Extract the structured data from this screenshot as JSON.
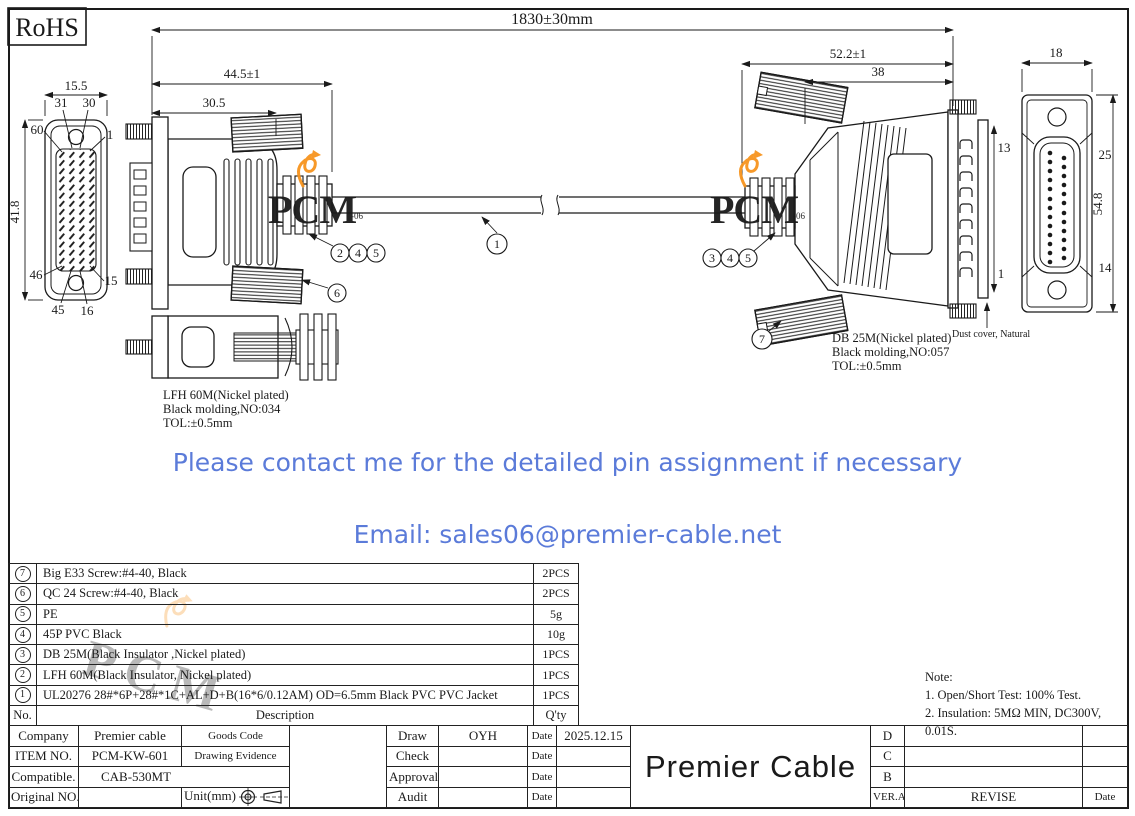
{
  "rohs": "RoHS",
  "watermark": {
    "text": "PCM",
    "suffix": "-06",
    "color": "#F7941E"
  },
  "blue_notes": {
    "line1": "Please contact me for the detailed pin assignment if necessary",
    "line2": "Email: sales06@premier-cable.net",
    "color": "#5b7bd9"
  },
  "drawing": {
    "dims": {
      "overall": "1830±30mm",
      "left_len": "44.5±1",
      "left_body": "30.5",
      "left_face_width": "15.5",
      "left_face_height": "41.8",
      "right_len": "52.2±1",
      "right_body": "38",
      "right_face_width": "18",
      "right_face_height": "54.8"
    },
    "left_face_pins": {
      "top_left": "31",
      "top_right": "30",
      "corner_top_left": "60",
      "corner_top_right": "1",
      "corner_bottom_left": "46",
      "corner_bottom_right": "15",
      "bottom_left": "45",
      "bottom_right": "16"
    },
    "right_pins": {
      "side_top": "13",
      "side_bottom": "1",
      "face_top": "25",
      "face_bottom": "14"
    },
    "callouts": {
      "cable": "1",
      "left_boot": [
        "2",
        "4",
        "5"
      ],
      "left_ribbon": "6",
      "right_boot": [
        "3",
        "4",
        "5"
      ],
      "right_ribbon": "7"
    },
    "left_label": [
      "LFH 60M(Nickel plated)",
      "Black molding,NO:034",
      "TOL:±0.5mm"
    ],
    "right_label": [
      "DB 25M(Nickel plated)",
      "Black molding,NO:057",
      "TOL:±0.5mm"
    ],
    "dust_cover": "Dust cover, Natural"
  },
  "note": {
    "title": "Note:",
    "lines": [
      "1. Open/Short Test: 100% Test.",
      "2. Insulation: 5MΩ MIN, DC300V, 0.01S."
    ]
  },
  "parts_table": {
    "rows": [
      {
        "no": "7",
        "description": "Big E33 Screw:#4-40, Black",
        "qty": "2PCS"
      },
      {
        "no": "6",
        "description": "QC 24 Screw:#4-40, Black",
        "qty": "2PCS"
      },
      {
        "no": "5",
        "description": "PE",
        "qty": "5g"
      },
      {
        "no": "4",
        "description": "45P PVC Black",
        "qty": "10g"
      },
      {
        "no": "3",
        "description": "DB 25M(Black Insulator ,Nickel plated)",
        "qty": "1PCS"
      },
      {
        "no": "2",
        "description": "LFH 60M(Black Insulator, Nickel plated)",
        "qty": "1PCS"
      },
      {
        "no": "1",
        "description": "UL20276 28#*6P+28#*1C+AL+D+B(16*6/0.12AM) OD=6.5mm Black PVC PVC Jacket",
        "qty": "1PCS"
      }
    ],
    "footer": {
      "no": "No.",
      "description": "Description",
      "qty": "Q'ty"
    }
  },
  "title_block": {
    "company_label": "Company",
    "company_value": "Premier cable",
    "goods_code_label": "Goods Code",
    "item_label": "ITEM NO.",
    "item_value": "PCM-KW-601",
    "drawing_evidence_label": "Drawing Evidence",
    "compatible_label": "Compatible.",
    "compatible_value": "CAB-530MT",
    "original_label": "Original NO.",
    "unit_label": "Unit(mm)",
    "sign_rows": [
      {
        "role": "Draw",
        "name": "OYH",
        "date_label": "Date",
        "date": "2025.12.15"
      },
      {
        "role": "Check",
        "name": "",
        "date_label": "Date",
        "date": ""
      },
      {
        "role": "Approval",
        "name": "",
        "date_label": "Date",
        "date": ""
      },
      {
        "role": "Audit",
        "name": "",
        "date_label": "Date",
        "date": ""
      }
    ],
    "brand": "Premier Cable",
    "rev_rows": [
      "D",
      "C",
      "B"
    ],
    "ver": "VER.A",
    "revise": "REVISE",
    "date_label": "Date"
  }
}
